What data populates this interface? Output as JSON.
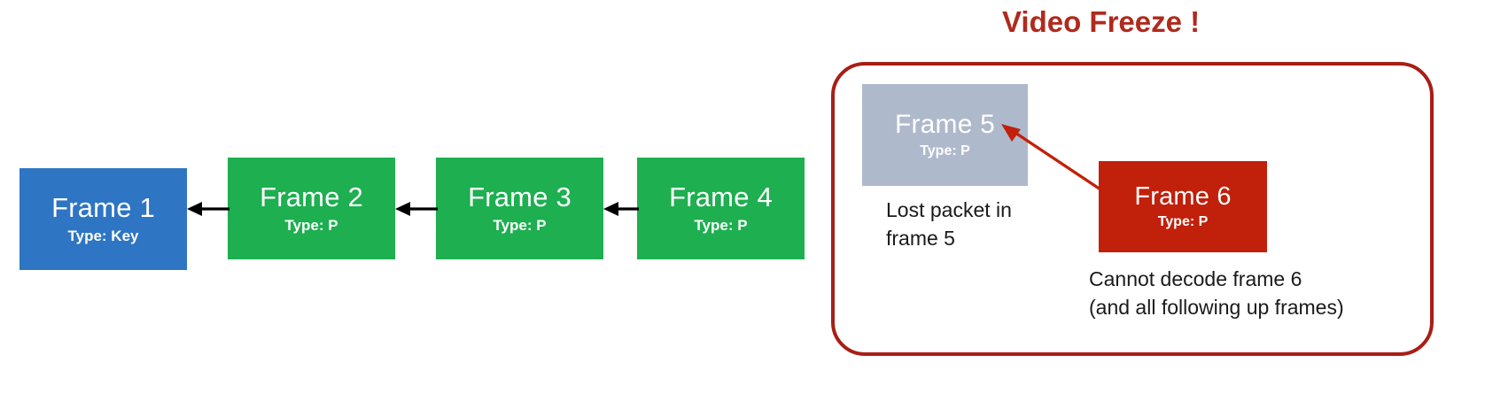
{
  "title": {
    "text": "Video Freeze !",
    "color": "#B02A1D"
  },
  "colors": {
    "key_frame": "#2E75C3",
    "p_frame": "#1DAF50",
    "lost_frame": "#AFB9CC",
    "undecodable_frame": "#C1200B",
    "container_border": "#A81E15",
    "arrow_black": "#000000",
    "arrow_red": "#C1200B"
  },
  "frames": [
    {
      "id": "frame1",
      "title": "Frame 1",
      "type": "Type: Key",
      "color": "#2E75C3"
    },
    {
      "id": "frame2",
      "title": "Frame 2",
      "type": "Type: P",
      "color": "#1DAF50"
    },
    {
      "id": "frame3",
      "title": "Frame 3",
      "type": "Type: P",
      "color": "#1DAF50"
    },
    {
      "id": "frame4",
      "title": "Frame 4",
      "type": "Type: P",
      "color": "#1DAF50"
    },
    {
      "id": "frame5",
      "title": "Frame 5",
      "type": "Type: P",
      "color": "#AFB9CC"
    },
    {
      "id": "frame6",
      "title": "Frame 6",
      "type": "Type: P",
      "color": "#C1200B"
    }
  ],
  "captions": {
    "lost_packet": "Lost packet in\nframe 5",
    "cannot_decode": "Cannot decode frame 6\n(and all following up frames)"
  },
  "dependency_arrows": [
    {
      "from": "frame2",
      "to": "frame1"
    },
    {
      "from": "frame3",
      "to": "frame2"
    },
    {
      "from": "frame4",
      "to": "frame3"
    }
  ],
  "error_arrow": {
    "from": "frame6",
    "to": "frame5"
  }
}
